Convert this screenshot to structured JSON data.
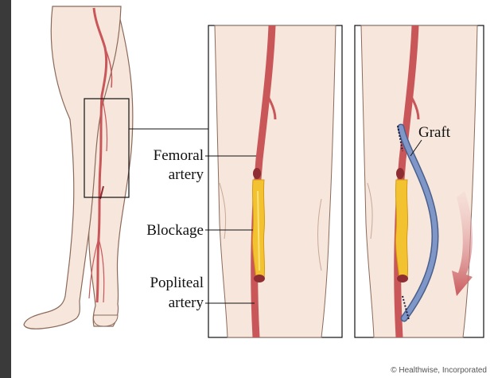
{
  "labels": {
    "femoral_line1": "Femoral",
    "femoral_line2": "artery",
    "blockage": "Blockage",
    "popliteal_line1": "Popliteal",
    "popliteal_line2": "artery",
    "graft": "Graft"
  },
  "credit": "© Healthwise, Incorporated",
  "colors": {
    "outer_border": "#3a3a3a",
    "canvas": "#ffffff",
    "skin": "#f7e6dc",
    "skin_outline": "#8a6a5a",
    "artery": "#c9575a",
    "artery_dark": "#8e2e32",
    "blockage": "#f2c230",
    "graft": "#7f97c8",
    "arrow": "#c95a5e"
  }
}
